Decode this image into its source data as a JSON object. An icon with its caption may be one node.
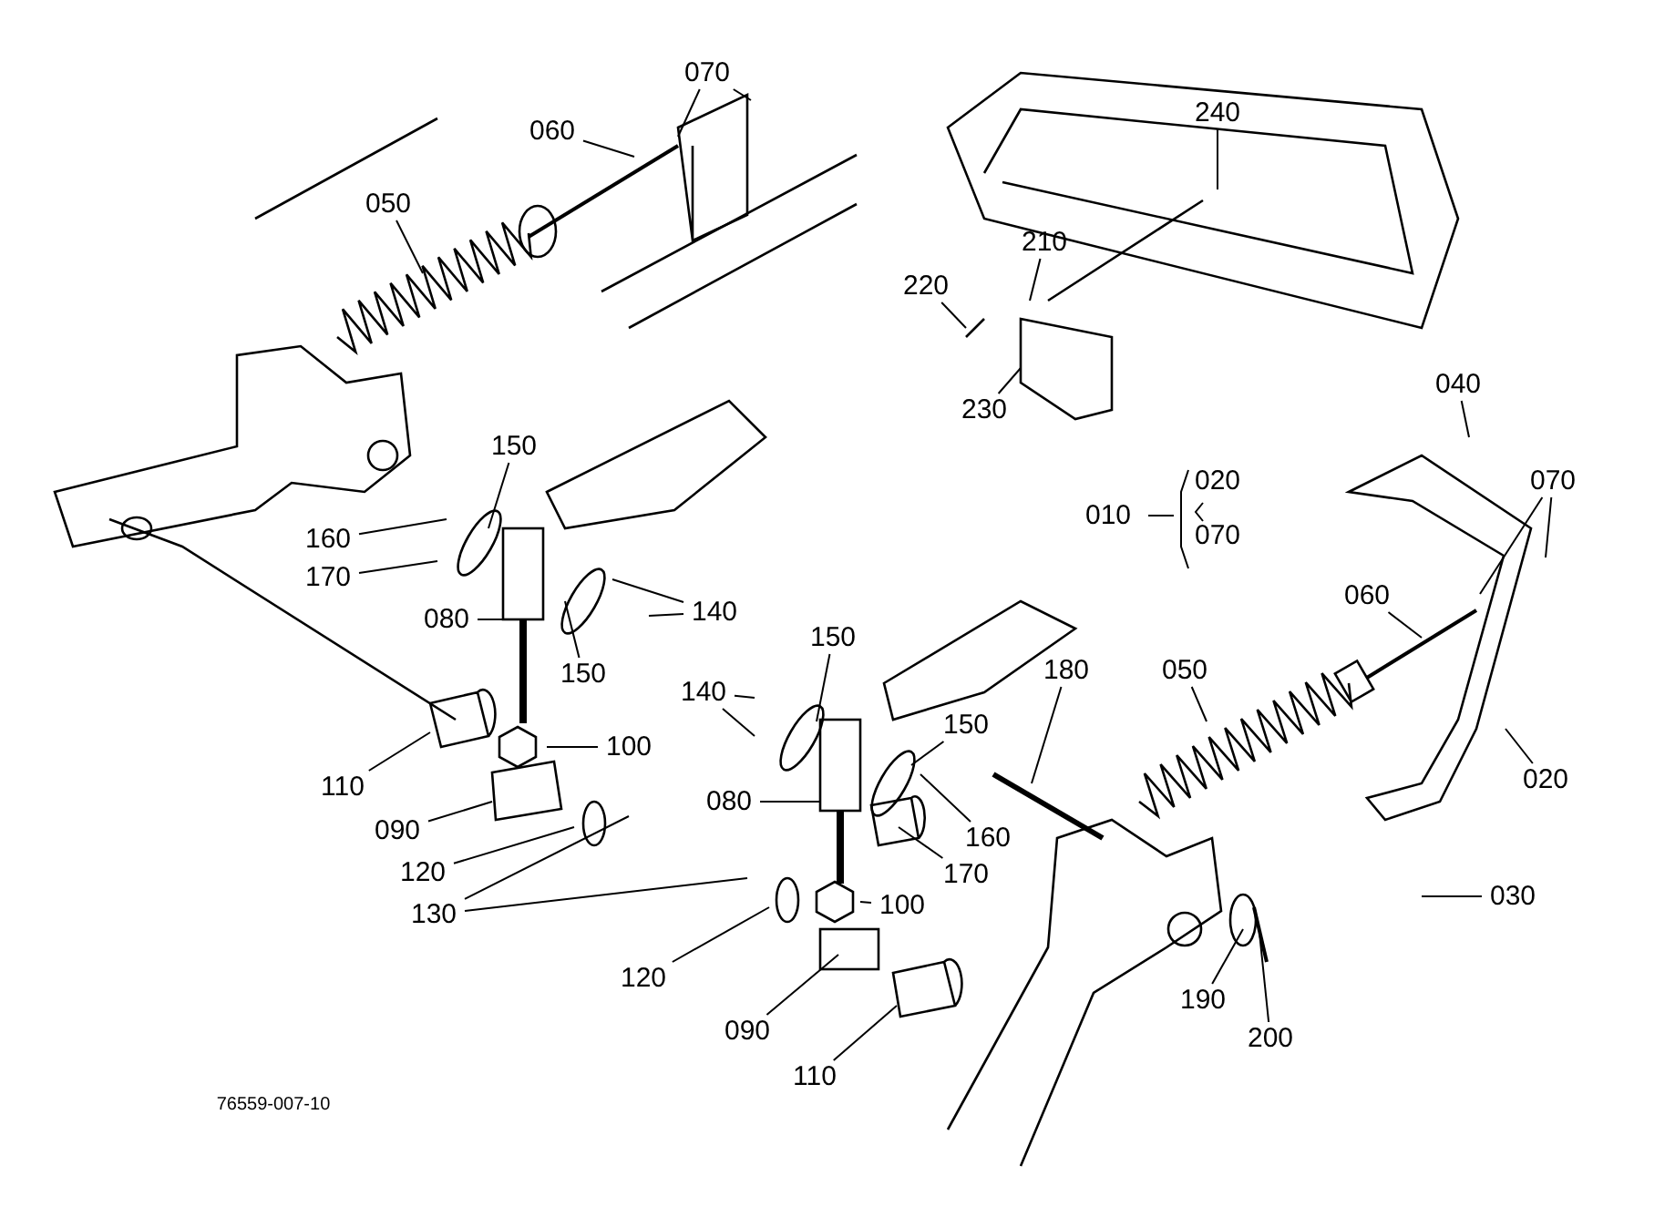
{
  "diagram": {
    "nodes": [
      {
        "text": [
          "070"
        ]
      },
      {
        "text": [
          "060"
        ]
      },
      {
        "text": [
          "050"
        ]
      },
      {
        "text": [
          "240"
        ]
      },
      {
        "text": [
          "210"
        ]
      },
      {
        "text": [
          "220"
        ]
      },
      {
        "text": [
          "230"
        ]
      },
      {
        "text": [
          "040"
        ]
      },
      {
        "text": [
          "070"
        ]
      },
      {
        "text": [
          "150"
        ]
      },
      {
        "text": [
          "160"
        ]
      },
      {
        "text": [
          "170"
        ]
      },
      {
        "text": [
          "080"
        ]
      },
      {
        "text": [
          "140"
        ]
      },
      {
        "text": [
          "150"
        ]
      },
      {
        "text": [
          "100"
        ]
      },
      {
        "text": [
          "110"
        ]
      },
      {
        "text": [
          "090"
        ]
      },
      {
        "text": [
          "120"
        ]
      },
      {
        "text": [
          "130"
        ]
      },
      {
        "text": [
          "140"
        ]
      },
      {
        "text": [
          "150"
        ]
      },
      {
        "text": [
          "180"
        ]
      },
      {
        "text": [
          "050"
        ]
      },
      {
        "text": [
          "060"
        ]
      },
      {
        "text": [
          "150"
        ]
      },
      {
        "text": [
          "080"
        ]
      },
      {
        "text": [
          "160"
        ]
      },
      {
        "text": [
          "170"
        ]
      },
      {
        "text": [
          "100"
        ]
      },
      {
        "text": [
          "120"
        ]
      },
      {
        "text": [
          "090"
        ]
      },
      {
        "text": [
          "110"
        ]
      },
      {
        "text": [
          "190"
        ]
      },
      {
        "text": [
          "200"
        ]
      },
      {
        "text": [
          "030"
        ]
      },
      {
        "text": [
          "020"
        ]
      }
    ],
    "edges": [
      {
        "from": 0,
        "to": null,
        "arrow": "none"
      },
      {
        "from": 0,
        "to": null,
        "arrow": "none"
      },
      {
        "from": 1,
        "to": null,
        "arrow": "none"
      },
      {
        "from": 2,
        "to": null,
        "arrow": "none"
      },
      {
        "from": 3,
        "to": null,
        "arrow": "none"
      },
      {
        "from": 4,
        "to": null,
        "arrow": "none"
      },
      {
        "from": 5,
        "to": null,
        "arrow": "none"
      },
      {
        "from": 6,
        "to": null,
        "arrow": "none"
      },
      {
        "from": 7,
        "to": null,
        "arrow": "none"
      },
      {
        "from": 8,
        "to": null,
        "arrow": "none"
      },
      {
        "from": 8,
        "to": null,
        "arrow": "none"
      },
      {
        "from": 9,
        "to": null,
        "arrow": "none"
      },
      {
        "from": 10,
        "to": null,
        "arrow": "none"
      },
      {
        "from": 11,
        "to": null,
        "arrow": "none"
      },
      {
        "from": 12,
        "to": null,
        "arrow": "none"
      },
      {
        "from": 13,
        "to": null,
        "arrow": "none"
      },
      {
        "from": 13,
        "to": null,
        "arrow": "none"
      },
      {
        "from": 14,
        "to": null,
        "arrow": "none"
      },
      {
        "from": 15,
        "to": null,
        "arrow": "none"
      },
      {
        "from": 16,
        "to": null,
        "arrow": "none"
      },
      {
        "from": 17,
        "to": null,
        "arrow": "none"
      },
      {
        "from": 18,
        "to": null,
        "arrow": "none"
      },
      {
        "from": 19,
        "to": null,
        "arrow": "none"
      },
      {
        "from": 19,
        "to": null,
        "arrow": "none"
      },
      {
        "from": 20,
        "to": null,
        "arrow": "none"
      },
      {
        "from": 20,
        "to": null,
        "arrow": "none"
      },
      {
        "from": 21,
        "to": null,
        "arrow": "none"
      },
      {
        "from": 22,
        "to": null,
        "arrow": "none"
      },
      {
        "from": 23,
        "to": null,
        "arrow": "none"
      },
      {
        "from": 24,
        "to": null,
        "arrow": "none"
      },
      {
        "from": 25,
        "to": null,
        "arrow": "none"
      },
      {
        "from": 26,
        "to": null,
        "arrow": "none"
      },
      {
        "from": 27,
        "to": null,
        "arrow": "none"
      },
      {
        "from": 28,
        "to": null,
        "arrow": "none"
      },
      {
        "from": 29,
        "to": null,
        "arrow": "none"
      },
      {
        "from": 30,
        "to": null,
        "arrow": "none"
      },
      {
        "from": 31,
        "to": null,
        "arrow": "none"
      },
      {
        "from": 32,
        "to": null,
        "arrow": "none"
      },
      {
        "from": 33,
        "to": null,
        "arrow": "none"
      },
      {
        "from": 34,
        "to": null,
        "arrow": "none"
      },
      {
        "from": 35,
        "to": null,
        "arrow": "none"
      },
      {
        "from": 36,
        "to": null,
        "arrow": "none"
      }
    ],
    "labels": [
      "010",
      "020",
      "070",
      "76559-007-10"
    ]
  }
}
